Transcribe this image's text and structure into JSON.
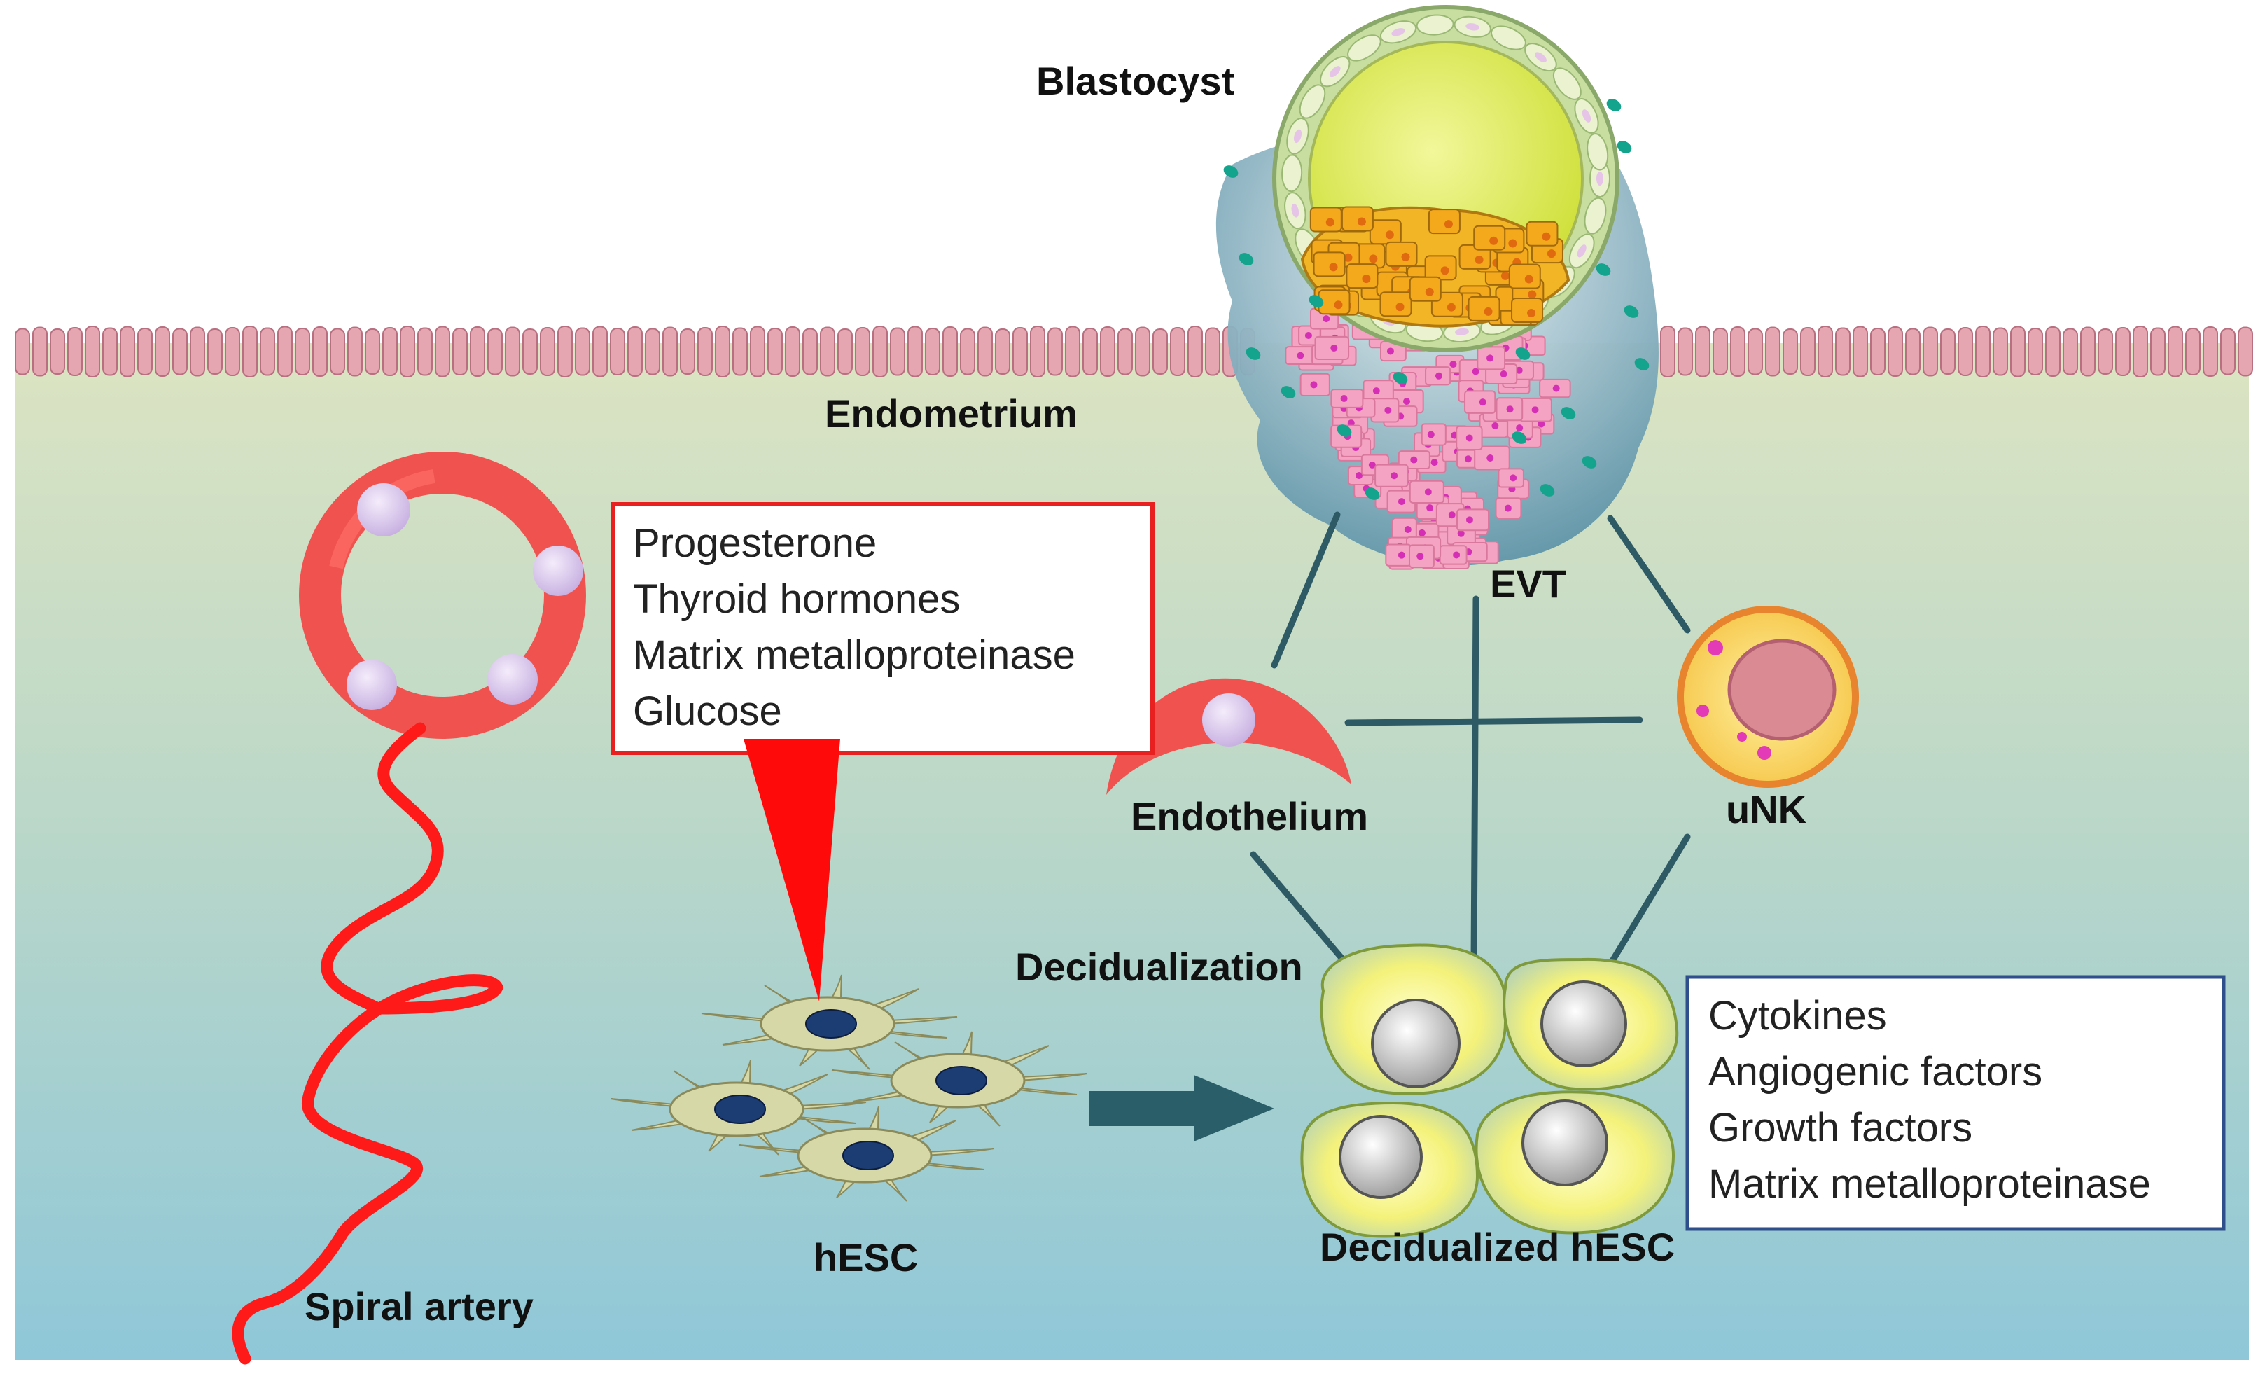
{
  "labels": {
    "blastocyst": "Blastocyst",
    "endometrium": "Endometrium",
    "evt": "EVT",
    "endothelium": "Endothelium",
    "unk": "uNK",
    "decidualization": "Decidualization",
    "hesc": "hESC",
    "decidualized_hesc": "Decidualized hESC",
    "spiral_artery": "Spiral artery"
  },
  "factors_box": {
    "items": [
      "Progesterone",
      "Thyroid hormones",
      "Matrix metalloproteinase",
      "Glucose"
    ]
  },
  "secreted_box": {
    "items": [
      "Cytokines",
      "Angiogenic factors",
      "Growth factors",
      "Matrix metalloproteinase"
    ]
  },
  "colors": {
    "red": "#ff1a1a",
    "network_line": "#2e5a66",
    "secreted_box_border": "#2e4f8c",
    "background_top": "#d8e3bf",
    "background_bottom": "#93c9d6"
  }
}
